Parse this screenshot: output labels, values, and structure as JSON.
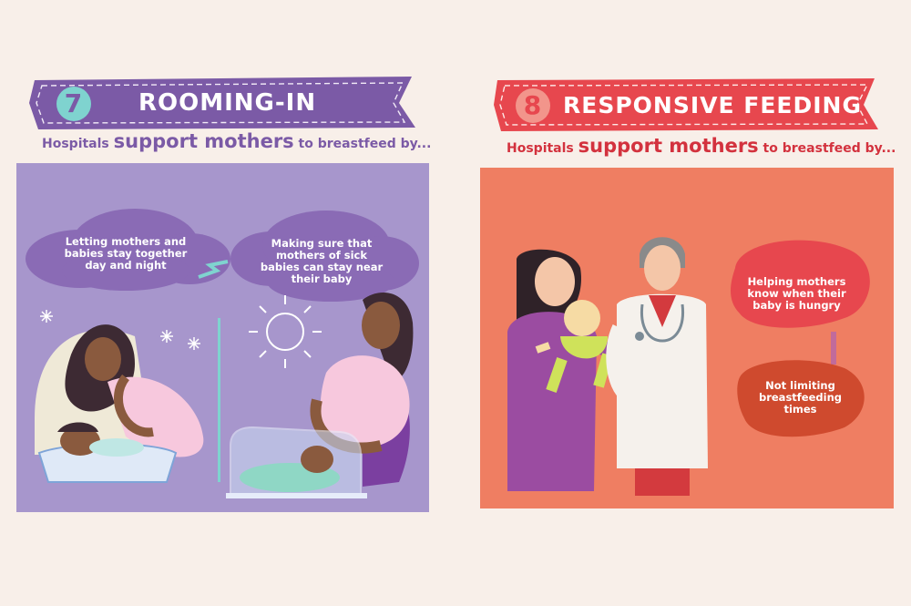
{
  "left": {
    "number": "7",
    "title": "ROOMING-IN",
    "subtitle": {
      "pre": "Hospitals ",
      "emphasis": "support mothers",
      "post": " to breastfeed by..."
    },
    "bubbles": [
      "Letting mothers and babies stay together day and night",
      "Making sure that mothers of sick babies can stay near their baby"
    ],
    "colors": {
      "banner": "#7b5aa6",
      "panel": "#a796cc",
      "accent": "#7fd3cf"
    }
  },
  "right": {
    "number": "8",
    "title": "RESPONSIVE FEEDING",
    "subtitle": {
      "pre": "Hospitals ",
      "emphasis": "support mothers",
      "post": " to breastfeed by..."
    },
    "bubbles": [
      "Helping mothers know when their baby is hungry",
      "Not limiting breastfeeding times"
    ],
    "colors": {
      "banner": "#e7474e",
      "panel": "#ef7e62",
      "bubble1": "#e7474e",
      "bubble2": "#cf4a2e"
    }
  }
}
